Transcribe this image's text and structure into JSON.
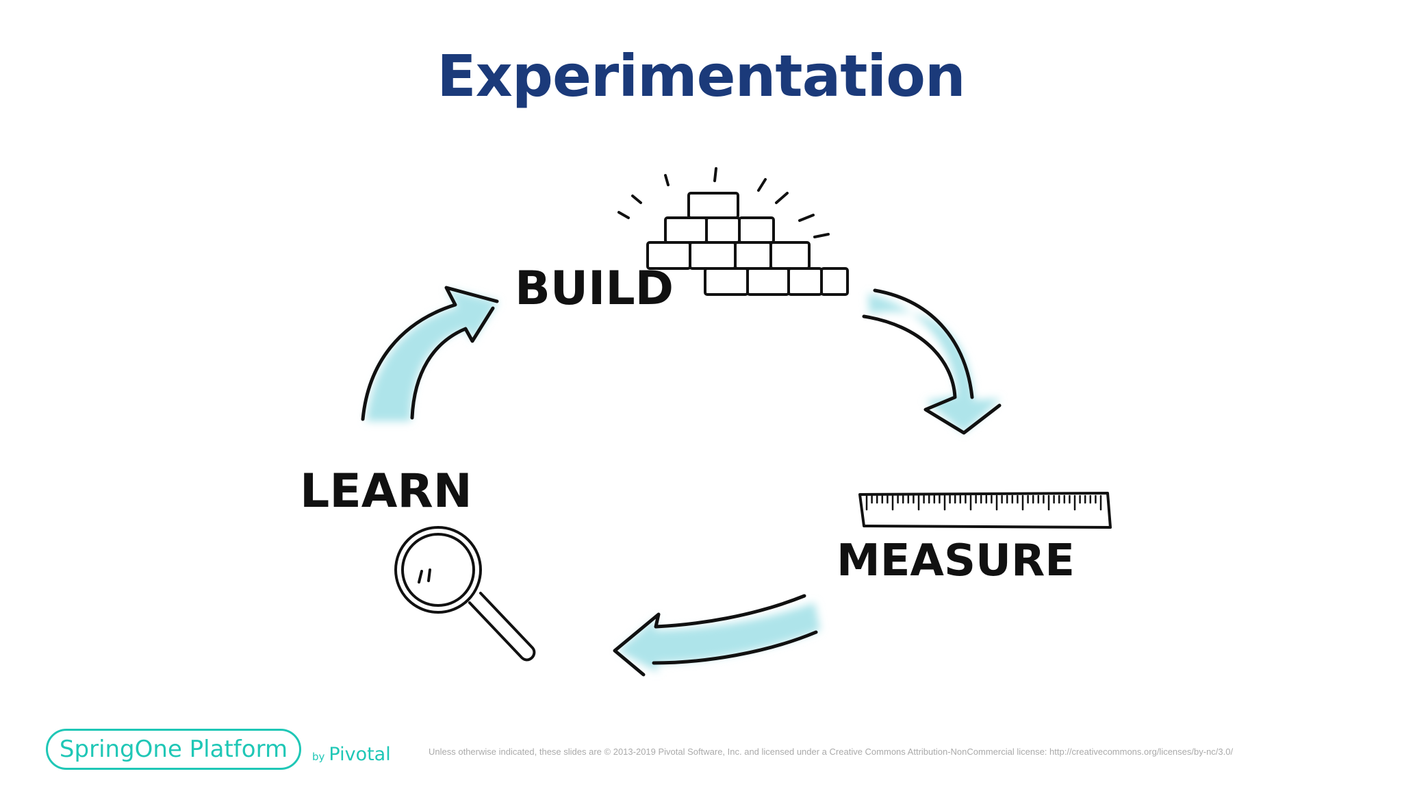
{
  "title": "Experimentation",
  "colors": {
    "title": "#1b3a7a",
    "arrow_fill": "#aee4ea",
    "ink": "#111111",
    "brand": "#1fc7b6",
    "legal": "#aaaaaa"
  },
  "diagram": {
    "steps": [
      {
        "label": "BUILD",
        "icon": "brick-wall-icon"
      },
      {
        "label": "MEASURE",
        "icon": "ruler-icon"
      },
      {
        "label": "LEARN",
        "icon": "magnifying-glass-icon"
      }
    ]
  },
  "footer": {
    "logo_text": "SpringOne Platform",
    "by_text": "by",
    "company": "Pivotal",
    "legal": "Unless otherwise indicated, these slides are © 2013-2019 Pivotal Software, Inc. and licensed under a Creative Commons Attribution-NonCommercial license: http://creativecommons.org/licenses/by-nc/3.0/"
  }
}
